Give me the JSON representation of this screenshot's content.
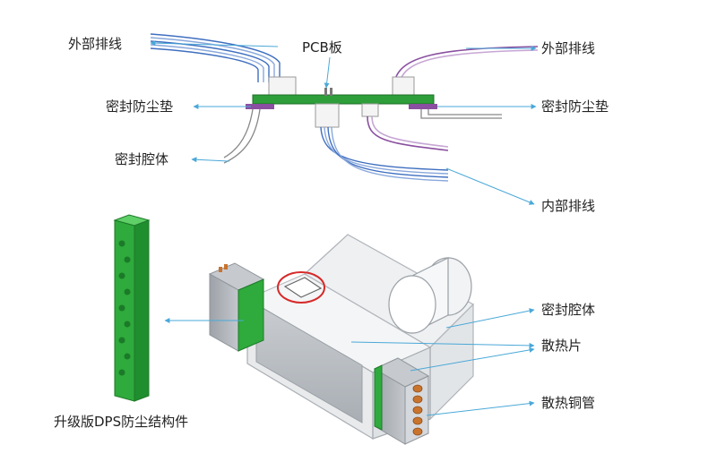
{
  "labels": {
    "outer_wire_left": "外部排线",
    "pcb": "PCB板",
    "outer_wire_right": "外部排线",
    "seal_pad_left": "密封防尘垫",
    "seal_pad_right": "密封防尘垫",
    "seal_cavity_top": "密封腔体",
    "inner_wire": "内部排线",
    "seal_cavity_bottom": "密封腔体",
    "heatsink": "散热片",
    "copper_pipe": "散热铜管",
    "dps_part": "升级版DPS防尘结构件"
  },
  "colors": {
    "pcb_green": "#2e9e3a",
    "seal_purple": "#8a4fa0",
    "arrow_blue": "#4aa8d8",
    "wire_blue": "#3f6fc0",
    "part_green": "#2faa3c",
    "copper": "#c9742e"
  }
}
